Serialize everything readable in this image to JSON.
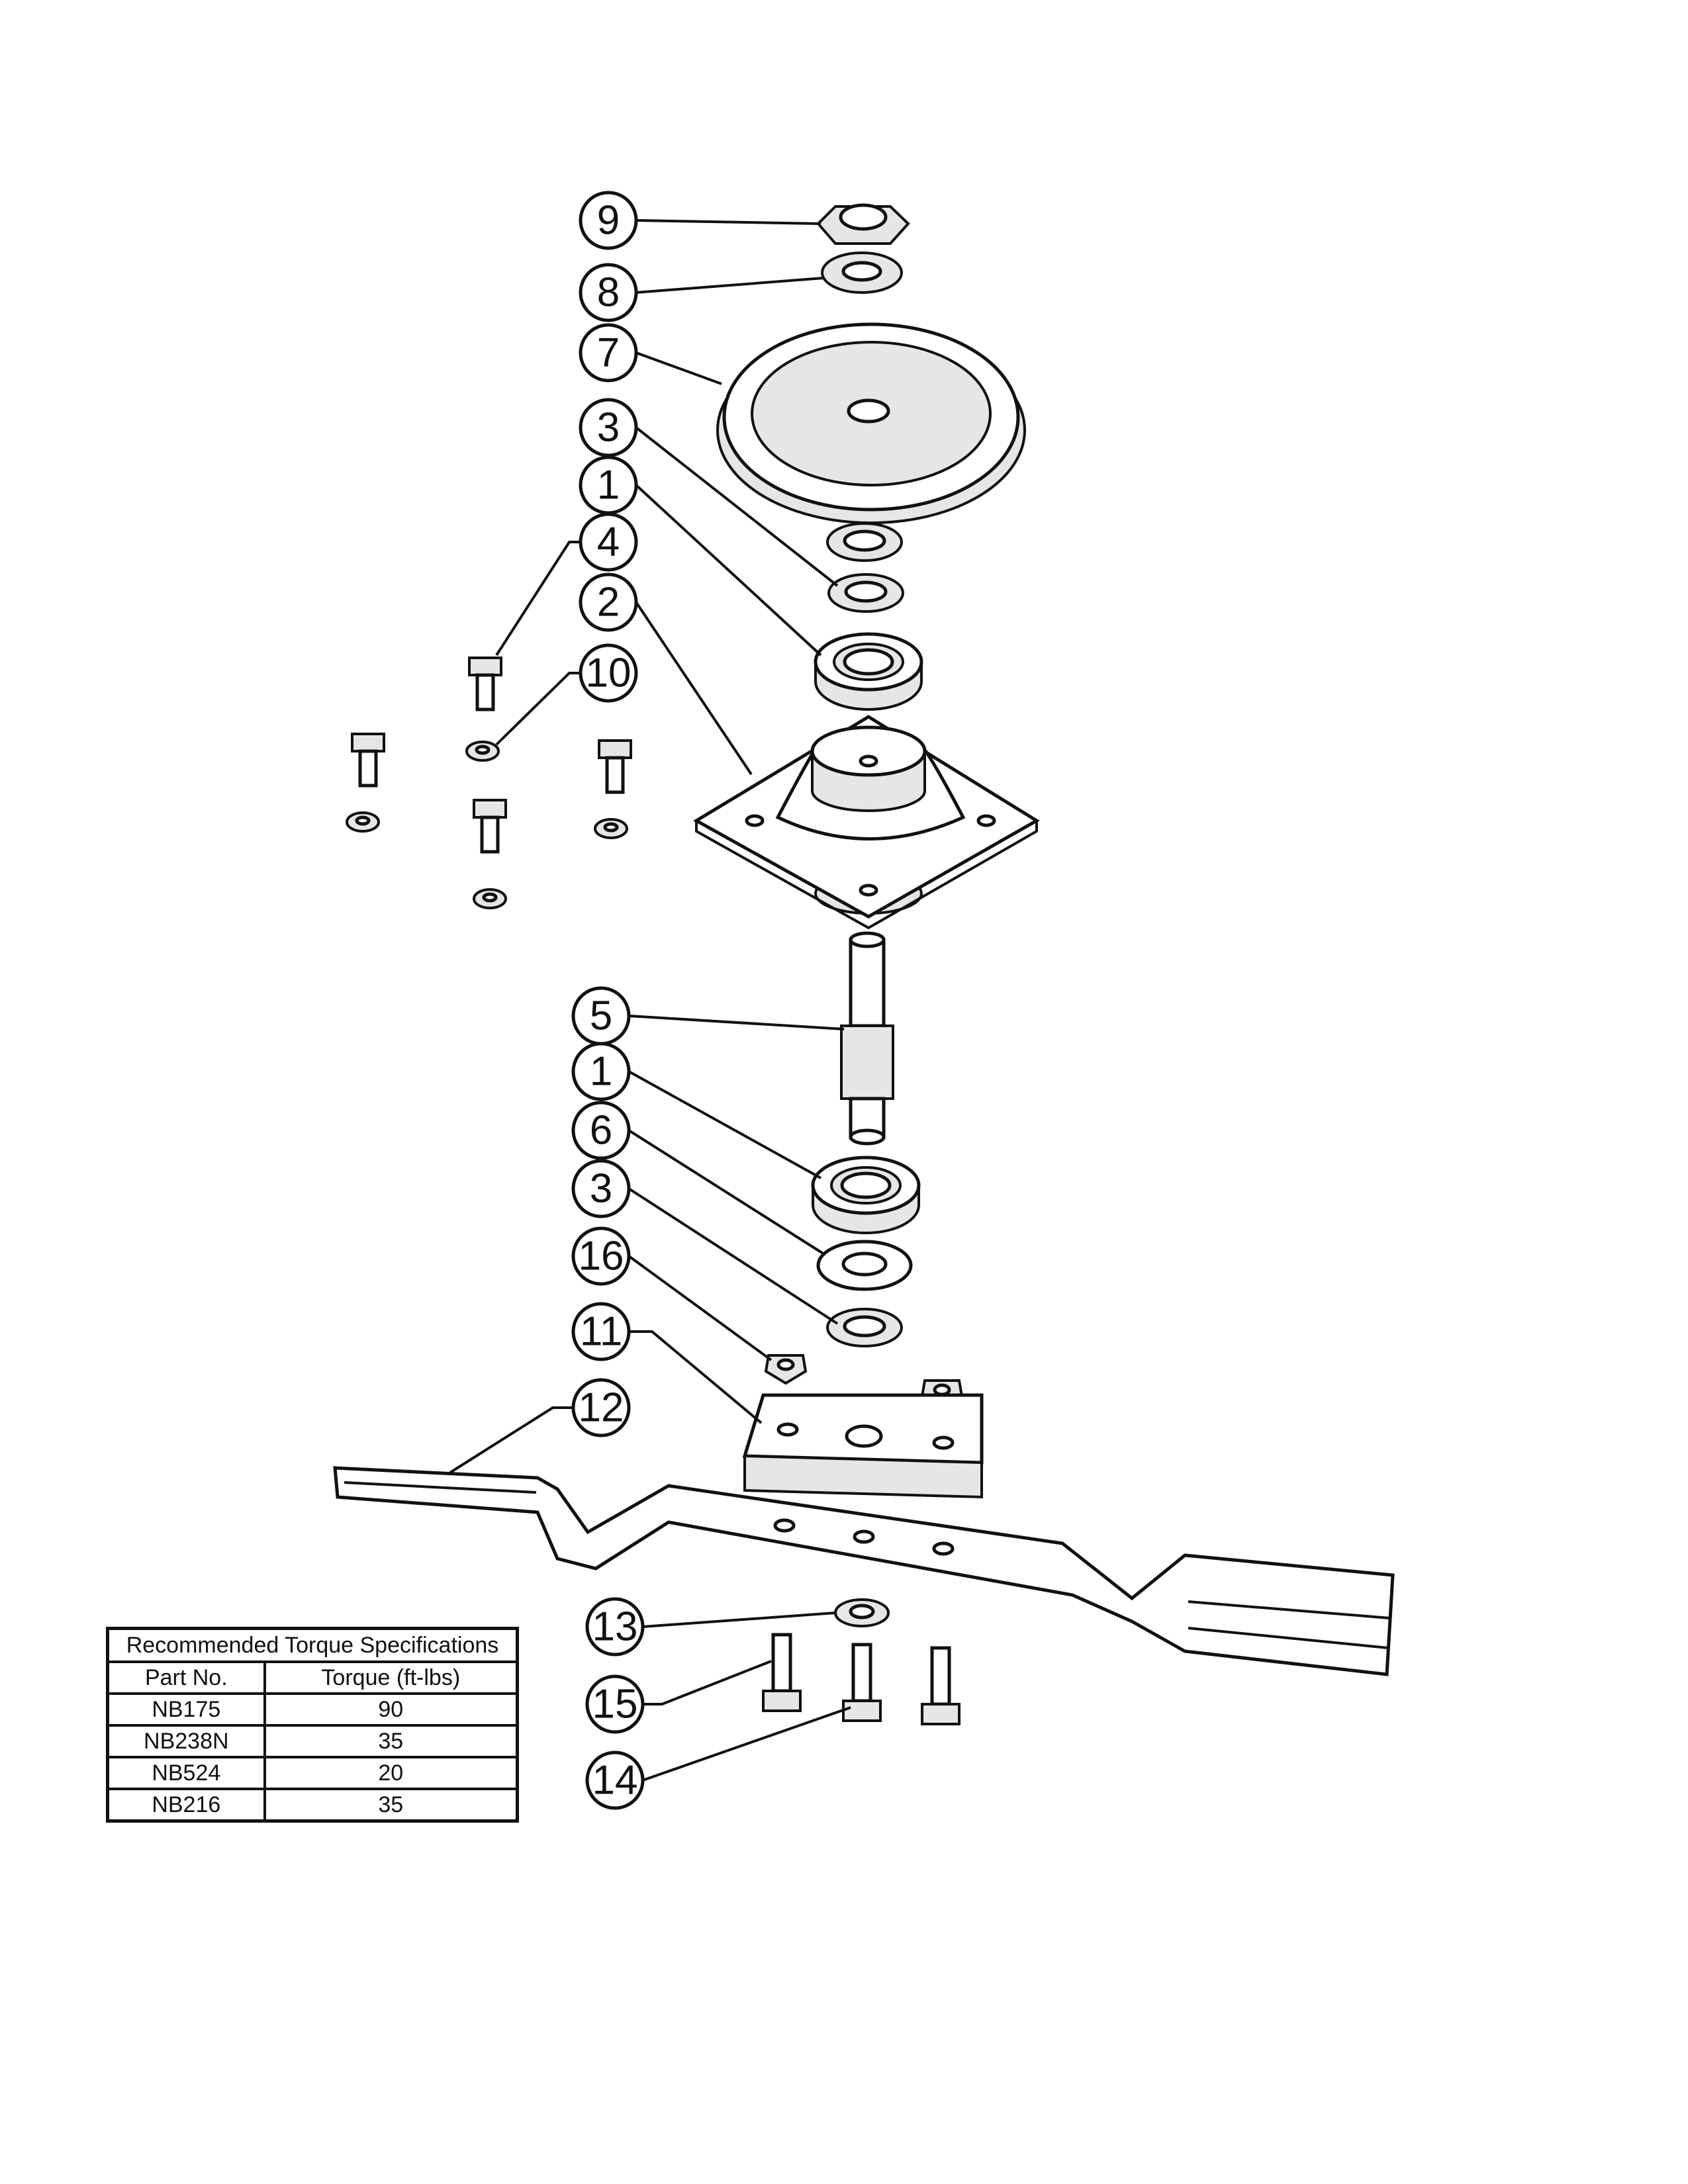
{
  "callouts": [
    "9",
    "8",
    "7",
    "3",
    "1",
    "4",
    "2",
    "10",
    "5",
    "1",
    "6",
    "3",
    "16",
    "11",
    "12",
    "13",
    "15",
    "14"
  ],
  "torque_table": {
    "title": "Recommended Torque Specifications",
    "headers": [
      "Part No.",
      "Torque (ft-lbs)"
    ],
    "rows": [
      {
        "part": "NB175",
        "torque": "90"
      },
      {
        "part": "NB238N",
        "torque": "35"
      },
      {
        "part": "NB524",
        "torque": "20"
      },
      {
        "part": "NB216",
        "torque": "35"
      }
    ]
  }
}
